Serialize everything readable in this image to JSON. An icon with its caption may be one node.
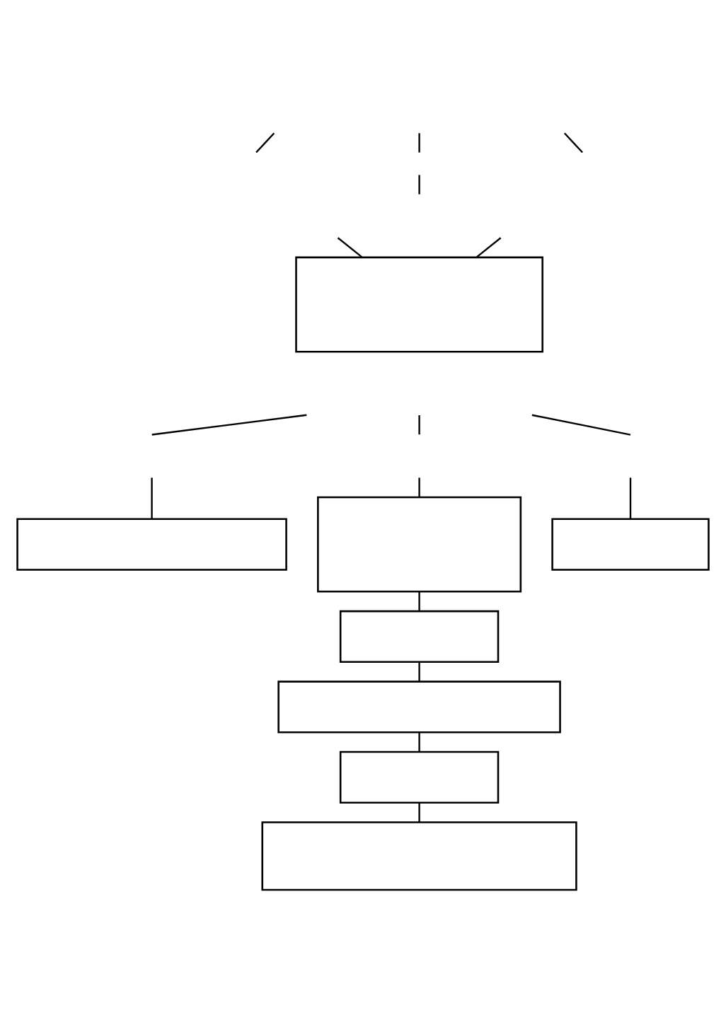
{
  "diagram": {
    "nodes": [
      {
        "text": [],
        "shape": "box"
      },
      {
        "text": [],
        "shape": "box"
      },
      {
        "text": [],
        "shape": "box"
      },
      {
        "text": [],
        "shape": "box"
      },
      {
        "text": [],
        "shape": "box"
      },
      {
        "text": [],
        "shape": "box"
      },
      {
        "text": [],
        "shape": "box"
      },
      {
        "text": [],
        "shape": "box"
      }
    ],
    "edges": [
      {
        "from": null,
        "to": 0,
        "arrow": "none"
      },
      {
        "from": null,
        "to": 0,
        "arrow": "none"
      },
      {
        "from": null,
        "to": 1,
        "arrow": "none"
      },
      {
        "from": null,
        "to": 2,
        "arrow": "none"
      },
      {
        "from": null,
        "to": 3,
        "arrow": "none"
      },
      {
        "from": 2,
        "to": 4,
        "arrow": "none"
      },
      {
        "from": 4,
        "to": 5,
        "arrow": "none"
      },
      {
        "from": 5,
        "to": 6,
        "arrow": "none"
      },
      {
        "from": 6,
        "to": 7,
        "arrow": "none"
      }
    ]
  }
}
